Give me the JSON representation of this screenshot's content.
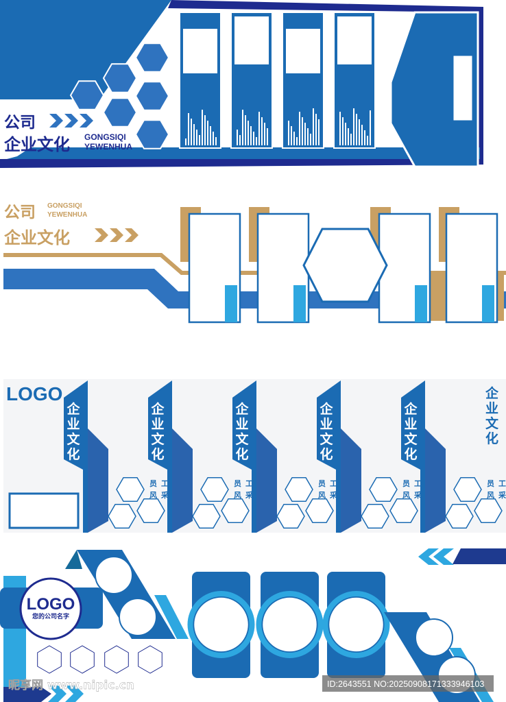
{
  "colors": {
    "blue": "#1b6bb3",
    "navy": "#1e2b8f",
    "light_blue": "#2ea7e0",
    "gold": "#c9a063",
    "panel": "#f4f5f7"
  },
  "banner1": {
    "title_line1": "公司",
    "title_line2": "企业文化",
    "pinyin_line1": "GONGSIQI",
    "pinyin_line2": "YEWENHUA"
  },
  "banner2": {
    "title_line1": "公司",
    "title_line2": "企业文化",
    "pinyin_line1": "GONGSIQI",
    "pinyin_line2": "YEWENHUA"
  },
  "banner3": {
    "logo": "LOGO",
    "column_title": "企业文化",
    "right_title": "企业文化",
    "staff_chars": [
      "员",
      "工",
      "风",
      "采"
    ]
  },
  "banner4": {
    "logo": "LOGO",
    "company_name": "您的公司名字"
  },
  "watermark": {
    "site": "昵享网 www.nipic.cn",
    "id_text": "ID:2643551 NO:20250908171333946103"
  }
}
